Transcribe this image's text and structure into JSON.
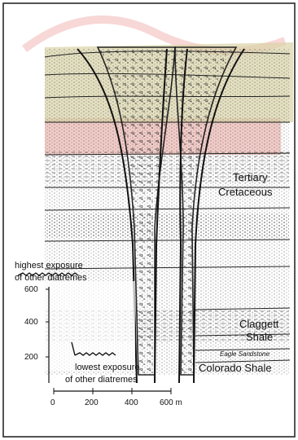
{
  "diagram": {
    "labels": {
      "tertiary": "Tertiary",
      "cretaceous": "Cretaceous",
      "highest_exposure_line1": "highest exposure",
      "highest_exposure_line2": "of other diatremes",
      "claggett_line1": "Claggett",
      "claggett_line2": "Shale",
      "eagle_sandstone": "Eagle Sandstone",
      "lowest_exposure_line1": "lowest exposure",
      "lowest_exposure_line2": "of other diatremes",
      "colorado_shale": "Colorado Shale"
    },
    "vertical_scale": {
      "ticks": [
        "600",
        "400",
        "200"
      ]
    },
    "horizontal_scale": {
      "ticks": [
        "0",
        "200",
        "400",
        "600 m"
      ]
    },
    "colors": {
      "frame": "#1a1a1a",
      "ink": "#222222",
      "watermark_red": "#d8231f",
      "watermark_gray": "#bdbdbd",
      "tan_fill": "#d9d3a6",
      "pink_band": "#e8a39a"
    }
  }
}
